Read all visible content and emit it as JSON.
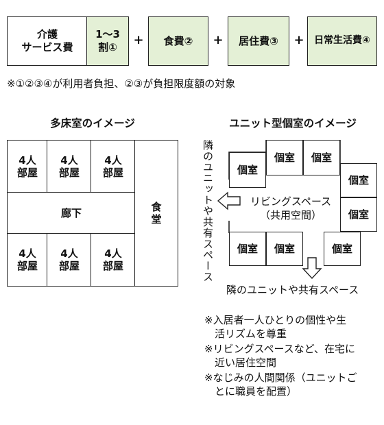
{
  "cost": {
    "kaigo": "介護\nサービス費",
    "wari": "1〜3\n割①",
    "shokuhi": "食費②",
    "kyojuhi": "居住費③",
    "nichijo": "日常生活費④",
    "plus": "+",
    "note": "※①②③④が利用者負担、②③が負担限度額の対象"
  },
  "tashoshitsu": {
    "title": "多床室のイメージ",
    "room": "4人\n部屋",
    "corridor": "廊下",
    "dining": "食\n堂"
  },
  "unit": {
    "title": "ユニット型個室のイメージ",
    "private_room": "個室",
    "living": "リビングスペース\n（共用空間）",
    "neighbor_side": "隣のユニットや共有スペース",
    "neighbor_bottom": "隣のユニットや共有スペース"
  },
  "notes": [
    "※入居者一人ひとりの個性や生\n　活リズムを尊重",
    "※リビングスペースなど、在宅に\n　近い居住空間",
    "※なじみの人間関係（ユニットご\n　とに職員を配置）"
  ]
}
